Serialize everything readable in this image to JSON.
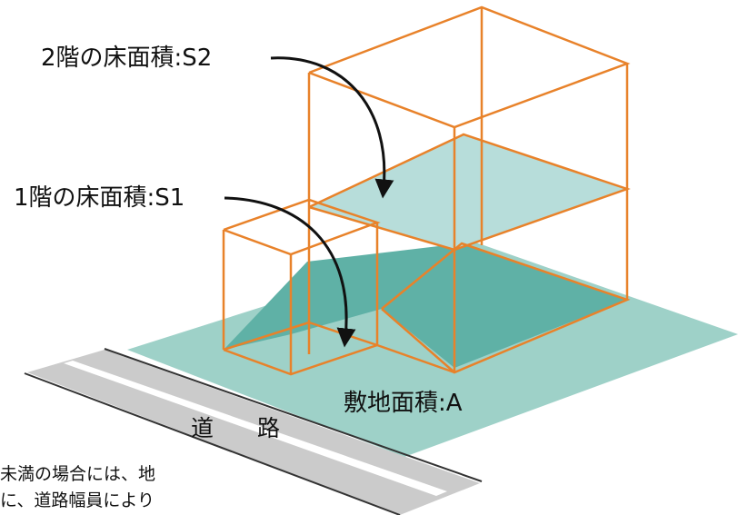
{
  "labels": {
    "floor2": "2階の床面積:S2",
    "floor1": "1階の床面積:S1",
    "site": "敷地面積:A",
    "road": "道 路"
  },
  "note_lines": [
    "未満の場合には、地",
    "に、道路幅員により"
  ],
  "colors": {
    "edge": "#E8822A",
    "site_fill": "#9ED1C8",
    "floor_fill": "#B7DDDA",
    "ground_floor_fill": "#5FB1A6",
    "road_fill": "#CBCBCB",
    "arrow": "#111111"
  }
}
